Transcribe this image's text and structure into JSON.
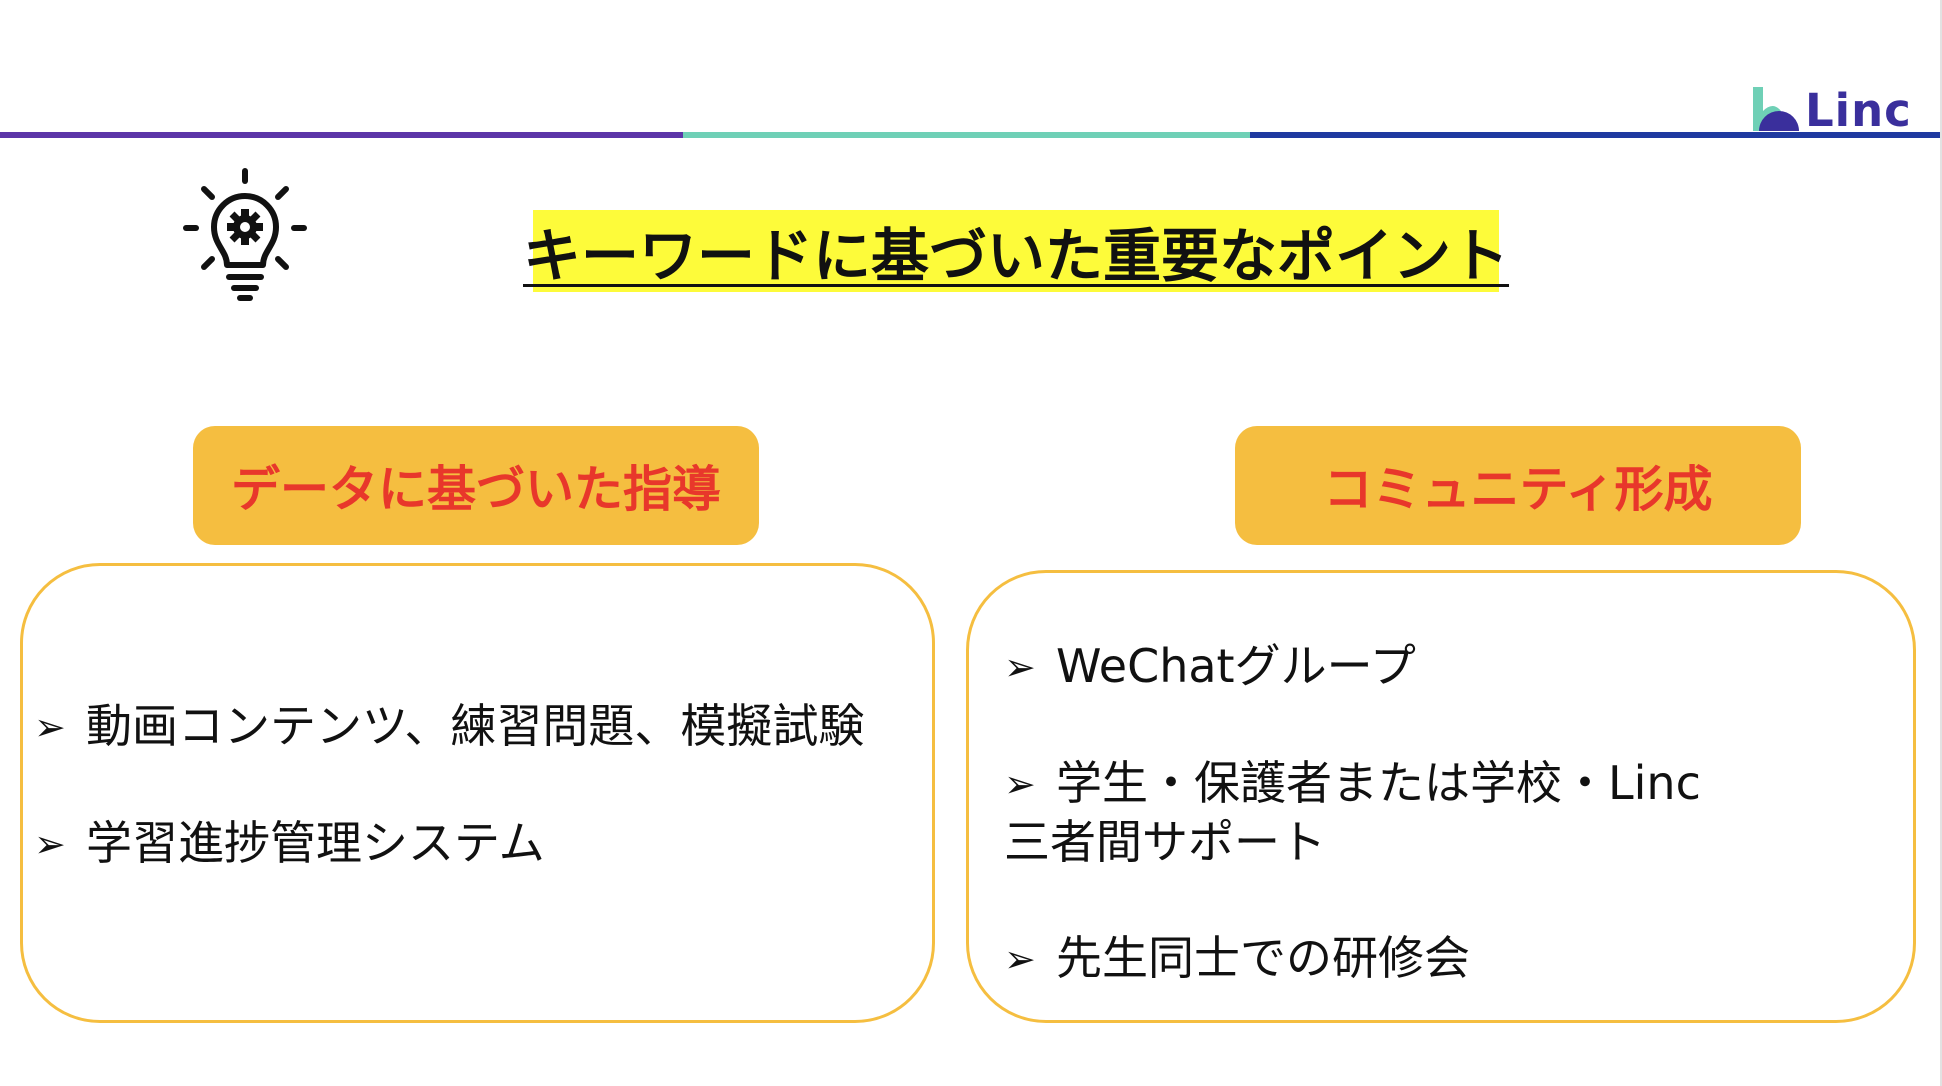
{
  "logo": {
    "text": "Linc",
    "colors": {
      "teal": "#6fd0b6",
      "purple": "#3a2f9c"
    }
  },
  "header": {
    "stripe_colors": [
      "#5c35a8",
      "#6fd0b6",
      "#1f3aa0"
    ],
    "icon": "lightbulb-gear-icon"
  },
  "title": "キーワードに基づいた重要なポイント",
  "left_section": {
    "heading": "データに基づいた指導",
    "items": [
      "動画コンテンツ、練習問題、模擬試験",
      "学習進捗管理システム"
    ]
  },
  "right_section": {
    "heading": "コミュニティ形成",
    "items": [
      {
        "line1": "WeChatグループ"
      },
      {
        "line1": "学生・保護者または学校・Linc",
        "line2": "三者間サポート"
      },
      {
        "line1": "先生同士での研修会"
      }
    ]
  },
  "bullet": "➢",
  "colors": {
    "title_highlight": "#fdfb3a",
    "pill_background": "#f5be40",
    "pill_text": "#e8372b",
    "box_border": "#f5be40"
  }
}
